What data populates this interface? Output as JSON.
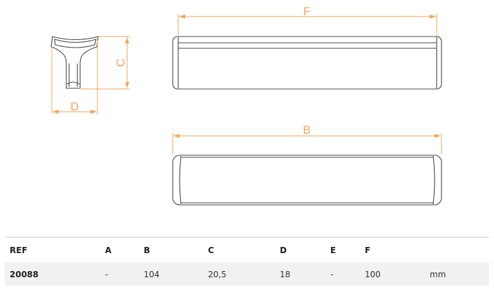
{
  "drawing": {
    "labels": {
      "F": "F",
      "C": "C",
      "D": "D",
      "B": "B"
    },
    "dimension_color": "#f2a65a"
  },
  "table": {
    "headers": [
      "REF",
      "A",
      "B",
      "C",
      "D",
      "E",
      "F"
    ],
    "rows": [
      {
        "REF": "20088",
        "A": "-",
        "B": "104",
        "C": "20,5",
        "D": "18",
        "E": "-",
        "F": "100",
        "unit": "mm"
      }
    ]
  }
}
